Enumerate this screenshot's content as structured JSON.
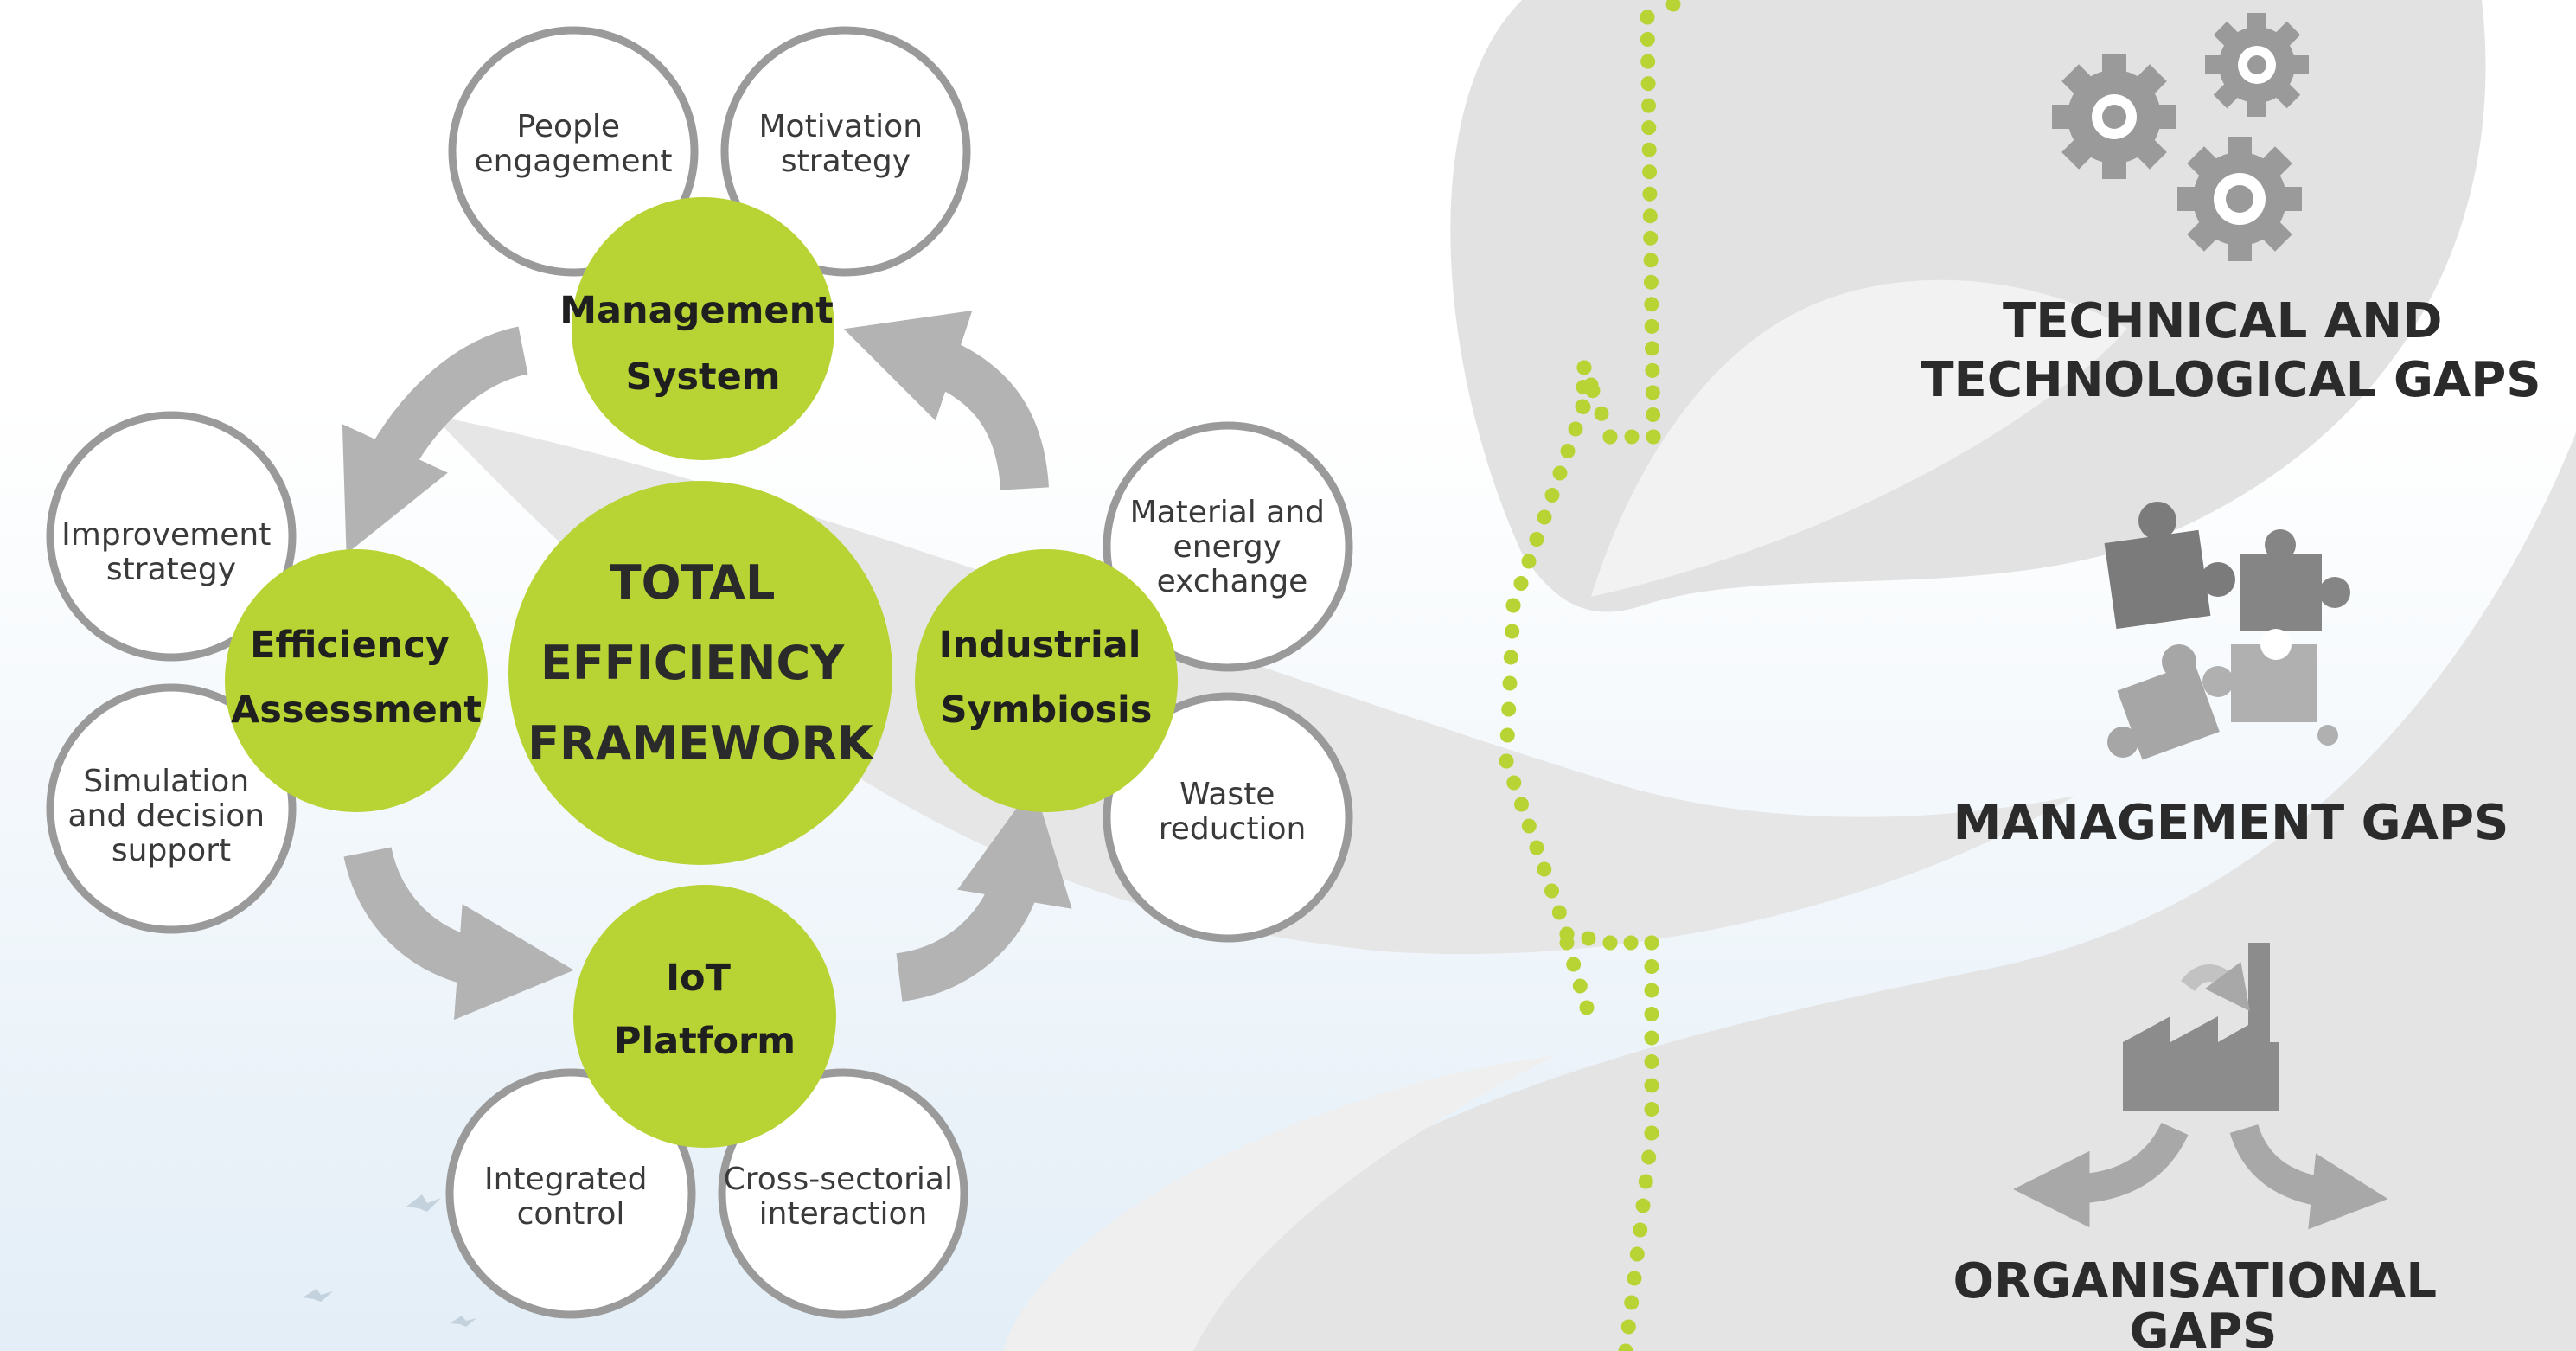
{
  "framework": {
    "core": {
      "lines": [
        "TOTAL",
        "EFFICIENCY",
        "FRAMEWORK"
      ]
    },
    "hubs": {
      "management": [
        "Management",
        "System"
      ],
      "symbiosis": [
        "Industrial",
        "Symbiosis"
      ],
      "iot": [
        "IoT",
        "Platform"
      ],
      "efficiency": [
        "Efficiency",
        "Assessment"
      ]
    },
    "satellites": {
      "people": [
        "People",
        "engagement"
      ],
      "motivation": [
        "Motivation",
        "strategy"
      ],
      "material": [
        "Material and",
        "energy",
        "exchange"
      ],
      "waste": [
        "Waste",
        "reduction"
      ],
      "integrated": [
        "Integrated",
        "control"
      ],
      "cross": [
        "Cross-sectorial",
        "interaction"
      ],
      "improvement": [
        "Improvement",
        "strategy"
      ],
      "simulation": [
        "Simulation",
        "and decision",
        "support"
      ]
    }
  },
  "gaps": {
    "technical": [
      "TECHNICAL AND",
      "TECHNOLOGICAL GAPS"
    ],
    "management": [
      "MANAGEMENT GAPS"
    ],
    "organisational": [
      "ORGANISATIONAL",
      "GAPS"
    ]
  },
  "icons": {
    "technical": "gears-icon",
    "management": "puzzle-pieces-icon",
    "organisational": "factory-arrows-icon"
  },
  "colors": {
    "green": "#b7d334",
    "ring": "#9a9a9a",
    "arrow": "#b3b3b3",
    "swoosh": "#e2e2e2",
    "text": "#2b2b2b"
  }
}
